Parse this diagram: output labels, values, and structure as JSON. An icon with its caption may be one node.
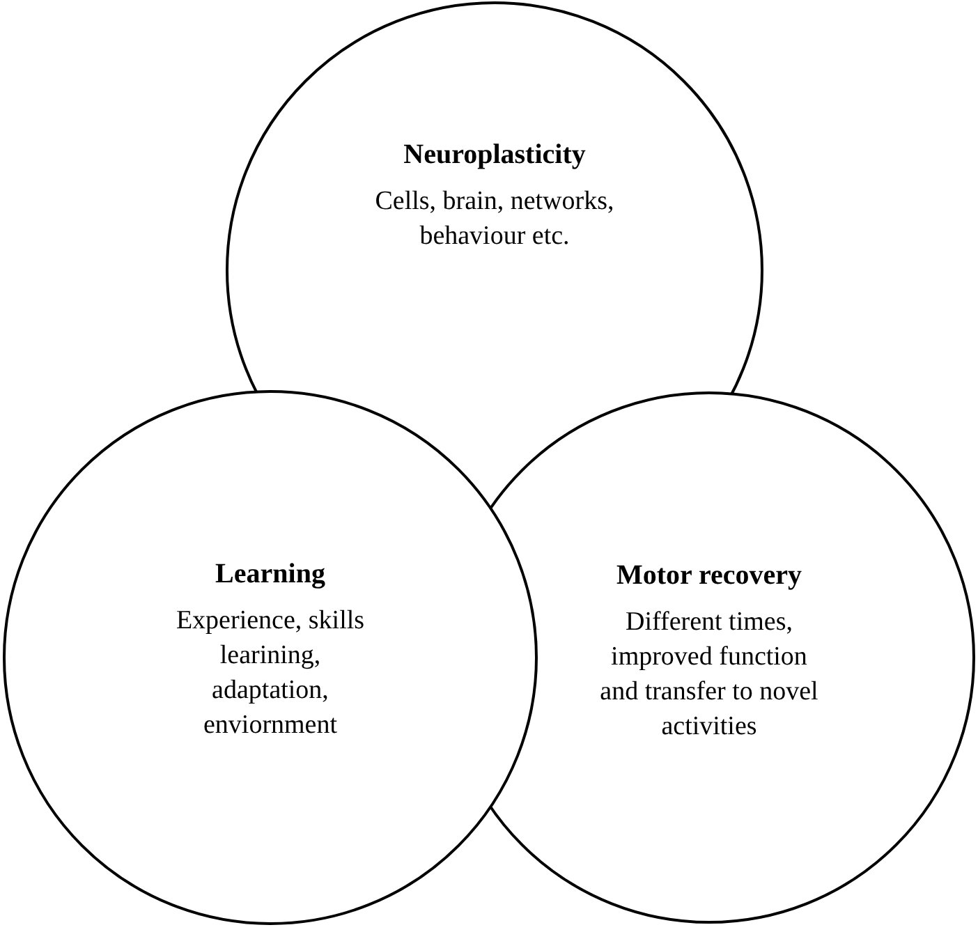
{
  "diagram": {
    "nodes": [
      {
        "text": [
          "Neuroplasticity",
          "Cells, brain, networks, behaviour etc."
        ]
      },
      {
        "text": [
          "Learning",
          "Experience, skills learining, adaptation, enviornment"
        ]
      },
      {
        "text": [
          "Motor recovery",
          "Different times, improved function and transfer to novel activities"
        ]
      }
    ]
  }
}
